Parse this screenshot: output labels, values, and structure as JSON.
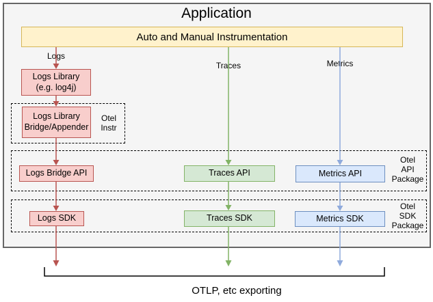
{
  "app": {
    "title": "Application",
    "instrumentation_banner": "Auto and Manual Instrumentation"
  },
  "pipelines": {
    "logs": {
      "label": "Logs",
      "library": "Logs Library\n(e.g. log4j)",
      "bridge_appender": "Logs Library\nBridge/Appender",
      "api": "Logs Bridge API",
      "sdk": "Logs SDK"
    },
    "traces": {
      "label": "Traces",
      "api": "Traces API",
      "sdk": "Traces SDK"
    },
    "metrics": {
      "label": "Metrics",
      "api": "Metrics API",
      "sdk": "Metrics SDK"
    }
  },
  "groups": {
    "otel_instr": "Otel\nInstr",
    "otel_api_package": "Otel\nAPI\nPackage",
    "otel_sdk_package": "Otel\nSDK\nPackage"
  },
  "footer": {
    "exporting_label": "OTLP, etc exporting"
  },
  "colors": {
    "app-fill": "#F5F5F5",
    "app-border": "#666666",
    "yellow-fill": "#FFF2CC",
    "yellow-border": "#D6B656",
    "pink-fill": "#F8CECC",
    "pink-border": "#B85450",
    "green-fill": "#D5E8D4",
    "green-border": "#82B366",
    "blue-fill": "#DAE8FC",
    "blue-border": "#6C8EBF",
    "arrow-red": "#B85450",
    "arrow-green": "#82B366",
    "arrow-blue": "#8FAADC",
    "bracket-color": "#000000"
  }
}
